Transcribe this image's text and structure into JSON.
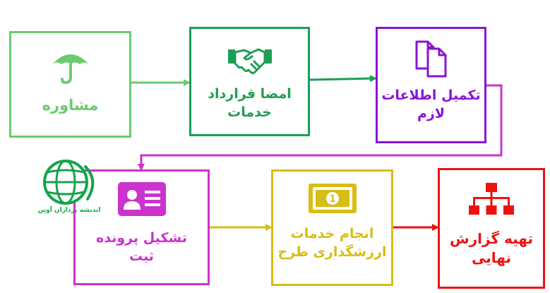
{
  "colors": {
    "consult": "#6acc6f",
    "contract": "#1d9e55",
    "info": "#8a12d6",
    "file": "#cc33cc",
    "services": "#d8bd14",
    "report": "#ee1111",
    "logo": "#16a34a"
  },
  "steps": [
    {
      "lines": [
        "مشاوره"
      ],
      "icon": "umbrella-icon"
    },
    {
      "lines": [
        "امضا قرارداد",
        "خدمات"
      ],
      "icon": "handshake-icon"
    },
    {
      "lines": [
        "تکمیل اطلاعات",
        "لازم"
      ],
      "icon": "documents-icon"
    },
    {
      "lines": [
        "تشکیل پرونده",
        "ثبت"
      ],
      "icon": "id-card-icon"
    },
    {
      "lines": [
        "انجام خدمات",
        "ارزشگذاری طرح"
      ],
      "icon": "banknote-icon"
    },
    {
      "lines": [
        "تهیه گزارش",
        "نهایی"
      ],
      "icon": "org-chart-icon"
    }
  ],
  "logo": {
    "text": "اندیشه پردازان آوین",
    "icon": "globe-logo-icon"
  }
}
